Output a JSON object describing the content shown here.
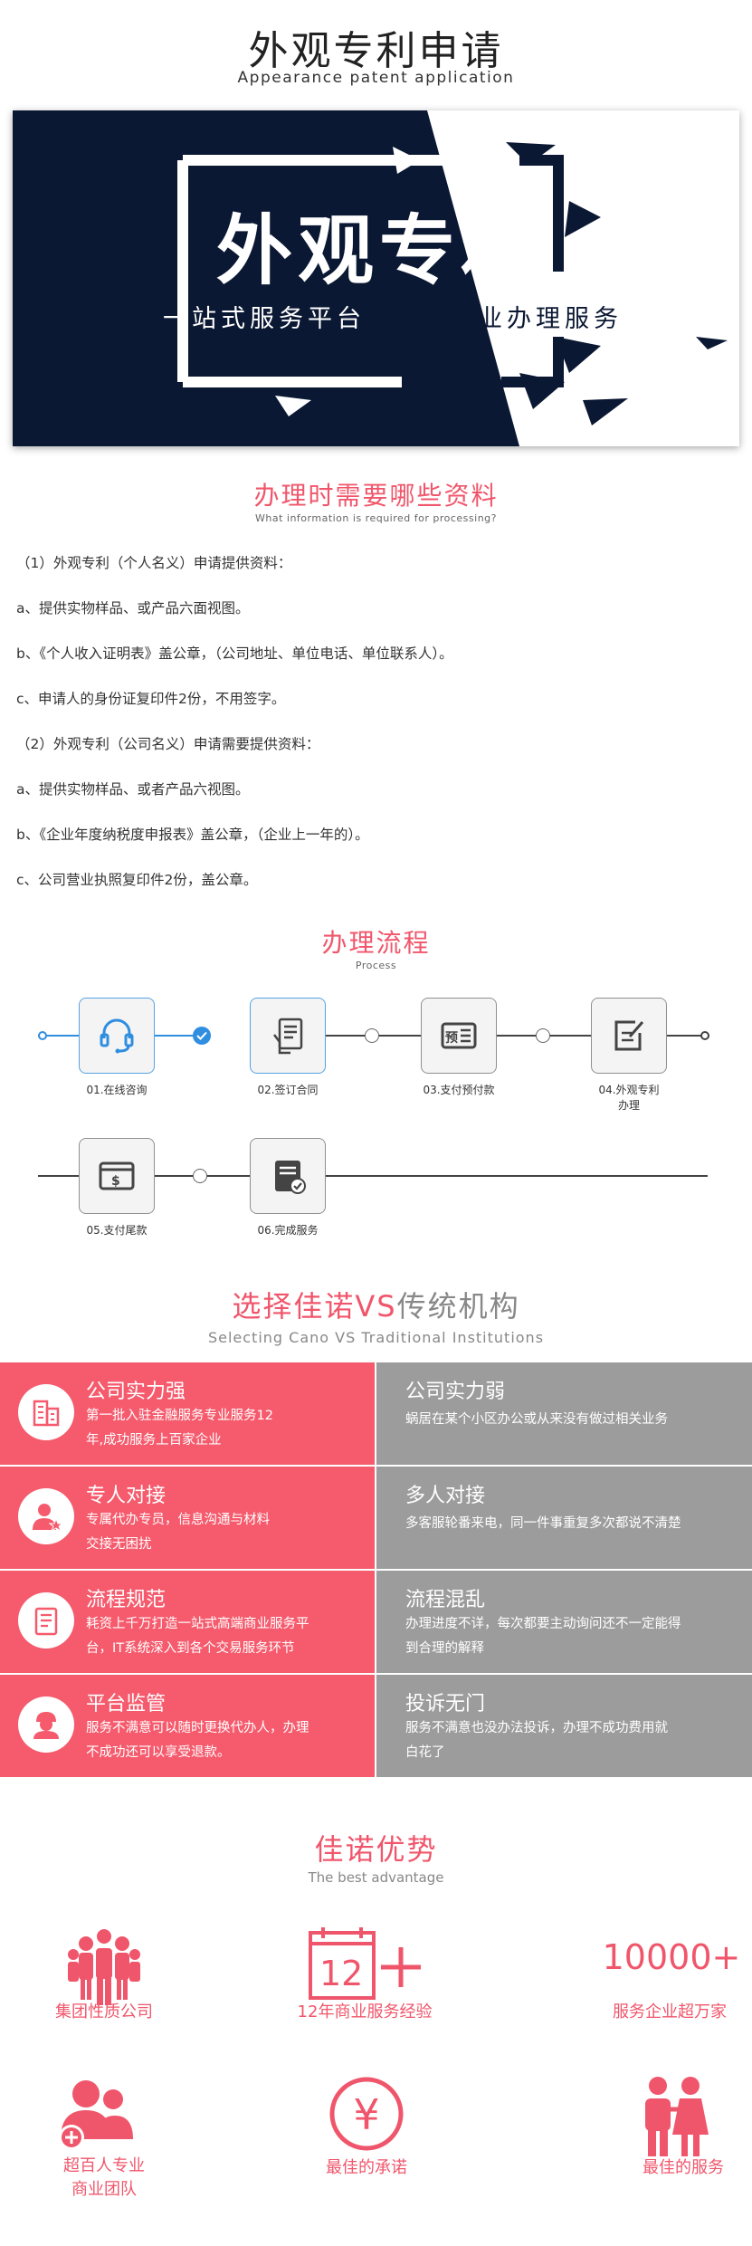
{
  "header": {
    "title": "外观专利申请",
    "subtitle": "Appearance patent application"
  },
  "banner": {
    "title": "外观专利",
    "slogan_left": "一站式服务平台",
    "slogan_right": "专业办理服务",
    "colors": {
      "navy": "#0b1833",
      "white": "#ffffff"
    }
  },
  "materials": {
    "title": "办理时需要哪些资料",
    "subtitle": "What information is required for processing?",
    "items": [
      "（1）外观专利（个人名义）申请提供资料：",
      "a、提供实物样品、或产品六面视图。",
      "b、《个人收入证明表》盖公章，（公司地址、单位电话、单位联系人）。",
      "c、申请人的身份证复印件2份，不用签字。",
      "（2）外观专利（公司名义）申请需要提供资料：",
      "a、提供实物样品、或者产品六视图。",
      "b、《企业年度纳税度申报表》盖公章，（企业上一年的）。",
      "c、公司营业执照复印件2份，盖公章。"
    ]
  },
  "process": {
    "title": "办理流程",
    "subtitle": "Process",
    "steps": [
      {
        "label": "01.在线咨询",
        "icon": "headset-icon"
      },
      {
        "label": "02.签订合同",
        "icon": "contract-sign-icon"
      },
      {
        "label": "03.支付预付款",
        "icon": "prepayment-icon"
      },
      {
        "label": "04.外观专利办理",
        "icon": "edit-document-icon"
      },
      {
        "label": "05.支付尾款",
        "icon": "payment-card-icon"
      },
      {
        "label": "06.完成服务",
        "icon": "completed-icon"
      }
    ],
    "colors": {
      "active": "#2f8ee0",
      "inactive": "#444444"
    }
  },
  "compare": {
    "title_a": "选择佳诺",
    "title_vs": "VS",
    "title_b": "传统机构",
    "subtitle": "Selecting Cano VS Traditional Institutions",
    "rows": [
      {
        "left_title": "公司实力强",
        "left_desc": [
          "第一批入驻金融服务专业服务12",
          "年,成功服务上百家企业"
        ],
        "left_icon": "building-icon",
        "right_title": "公司实力弱",
        "right_desc": [
          "蜗居在某个小区办公或从来没有做过相关业务"
        ]
      },
      {
        "left_title": "专人对接",
        "left_desc": [
          "专属代办专员，信息沟通与材料",
          "交接无困扰"
        ],
        "left_icon": "user-star-icon",
        "right_title": "多人对接",
        "right_desc": [
          "多客服轮番来电，同一件事重复多次都说不清楚"
        ]
      },
      {
        "left_title": "流程规范",
        "left_desc": [
          "耗资上千万打造一站式高端商业服务平",
          "台，IT系统深入到各个交易服务环节"
        ],
        "left_icon": "checklist-icon",
        "right_title": "流程混乱",
        "right_desc": [
          "办理进度不详，每次都要主动询问还不一定能得",
          "到合理的解释"
        ]
      },
      {
        "left_title": "平台监管",
        "left_desc": [
          "服务不满意可以随时更换代办人，办理",
          "不成功还可以享受退款。"
        ],
        "left_icon": "supervisor-icon",
        "right_title": "投诉无门",
        "right_desc": [
          "服务不满意也没办法投诉，办理不成功费用就",
          "白花了"
        ]
      }
    ],
    "colors": {
      "left": "#f55b6d",
      "right": "#9c9c9c"
    }
  },
  "advantages": {
    "title": "佳诺优势",
    "subtitle": "The best advantage",
    "items": [
      {
        "label": "集团性质公司",
        "icon": "group-people-icon"
      },
      {
        "label": "12年商业服务经验",
        "icon": "calendar-12-icon",
        "icon_text": "12"
      },
      {
        "label": "服务企业超万家",
        "icon": "number-icon",
        "icon_text": "10000+"
      },
      {
        "label": "超百人专业",
        "label2": "商业团队",
        "icon": "team-add-icon"
      },
      {
        "label": "最佳的承诺",
        "icon": "yuan-icon",
        "icon_text": "¥"
      },
      {
        "label": "最佳的服务",
        "icon": "couple-icon"
      }
    ],
    "colors": {
      "accent": "#f0566b"
    }
  }
}
